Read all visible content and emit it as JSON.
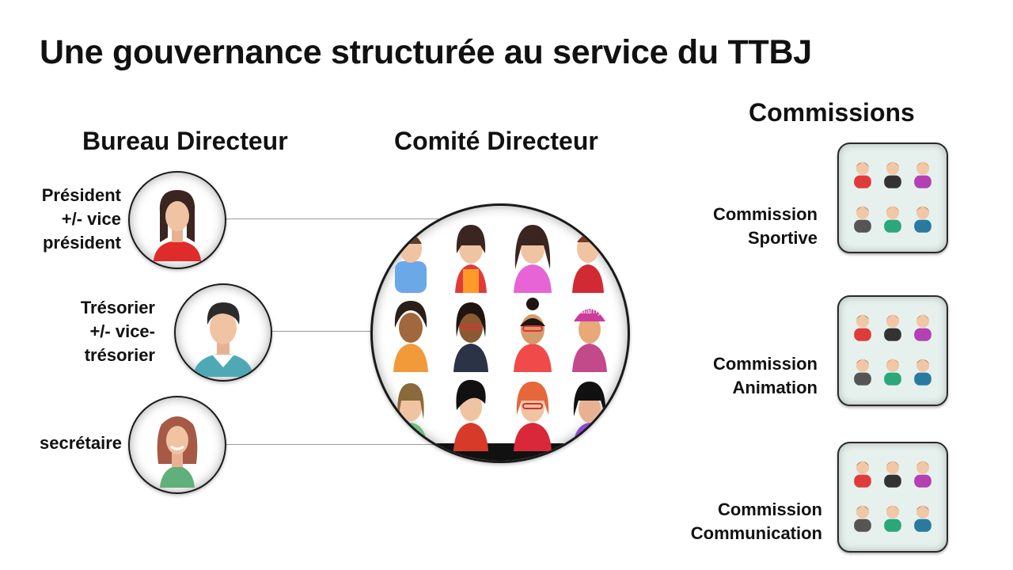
{
  "slide": {
    "title": "Une gouvernance structurée au service du TTBJ"
  },
  "bureau": {
    "heading": "Bureau Directeur",
    "members": [
      {
        "label": "Président\n+/- vice\nprésident",
        "icon": "woman-red-top-avatar-icon"
      },
      {
        "label": "Trésorier\n+/- vice-\ntrésorier",
        "icon": "man-teal-shirt-avatar-icon"
      },
      {
        "label": "secrétaire",
        "icon": "woman-green-top-avatar-icon"
      }
    ]
  },
  "comite": {
    "heading": "Comité Directeur",
    "icon": "group-avatars-icon",
    "watermark": "alamy"
  },
  "commissions": {
    "heading": "Commissions",
    "items": [
      {
        "label": "Commission\nSportive",
        "icon": "team-avatars-icon"
      },
      {
        "label": "Commission\nAnimation",
        "icon": "team-avatars-icon"
      },
      {
        "label": "Commission\nCommunication",
        "icon": "team-avatars-icon"
      }
    ]
  },
  "colors": {
    "line": "#9a9a9a",
    "tile_bg": "#e6f1ee",
    "text": "#111111"
  }
}
